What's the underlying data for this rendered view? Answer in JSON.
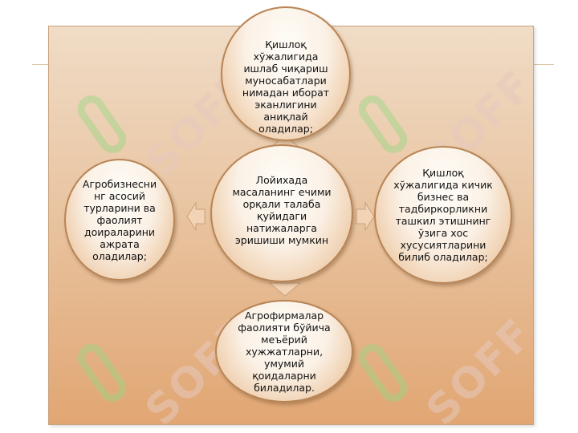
{
  "diagram": {
    "center": "Лойихада масаланинг ечими орқали талаба қуйидаги натижаларга эришиши мумкин",
    "top": "Қишлоқ хўжалигида ишлаб чиқариш муносабатлари нимадан иборат эканлигини аниқлай оладилар;",
    "left": "Агробизнесни нг асосий турларини ва фаолият доираларини ажрата оладилар;",
    "right": "Қишлоқ хўжалигида кичик бизнес ва тадбиркорликни ташкил этишнинг ўзига хос хусусиятларини билиб оладилар;",
    "bottom": "Агрофирмалар фаолияти бўйича меъёрий хужжатларни, умумий қоидаларни биладилар."
  },
  "watermark": {
    "text": "SOFF"
  },
  "colors": {
    "panel_top": "#f0dcc6",
    "panel_bottom": "#e1a673",
    "circle_border": "#b88455",
    "arrow_fill": "#f3d3b5",
    "watermark_green": "#96d782"
  }
}
